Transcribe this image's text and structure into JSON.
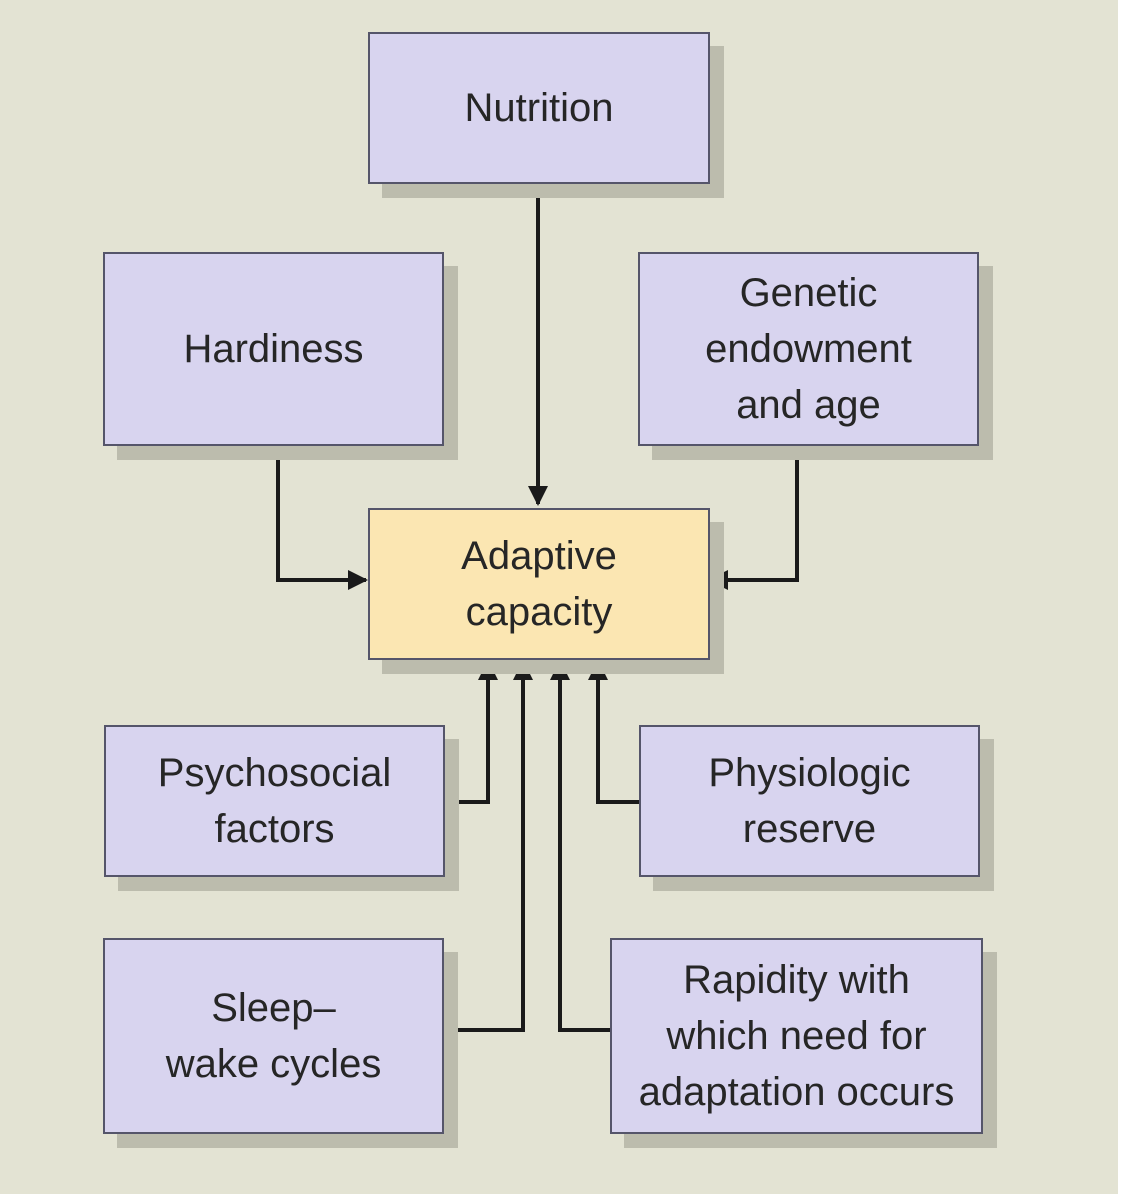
{
  "diagram": {
    "center": {
      "label": "Adaptive\ncapacity"
    },
    "factors": {
      "nutrition": "Nutrition",
      "hardiness": "Hardiness",
      "genetic": "Genetic\nendowment\nand age",
      "psychosocial": "Psychosocial\nfactors",
      "physiologic": "Physiologic\nreserve",
      "sleep": "Sleep–\nwake cycles",
      "rapidity": "Rapidity with\nwhich need for\nadaptation occurs"
    },
    "colors": {
      "background": "#e3e3d3",
      "factor_fill": "#d8d4ef",
      "center_fill": "#fbe6b2",
      "border": "#55556a",
      "arrow": "#1a1a1a",
      "shadow": "#bcbcad"
    },
    "edges": [
      {
        "from": "Nutrition",
        "to": "Adaptive capacity"
      },
      {
        "from": "Hardiness",
        "to": "Adaptive capacity"
      },
      {
        "from": "Genetic endowment and age",
        "to": "Adaptive capacity"
      },
      {
        "from": "Psychosocial factors",
        "to": "Adaptive capacity"
      },
      {
        "from": "Physiologic reserve",
        "to": "Adaptive capacity"
      },
      {
        "from": "Sleep–wake cycles",
        "to": "Adaptive capacity"
      },
      {
        "from": "Rapidity with which need for adaptation occurs",
        "to": "Adaptive capacity"
      }
    ]
  }
}
